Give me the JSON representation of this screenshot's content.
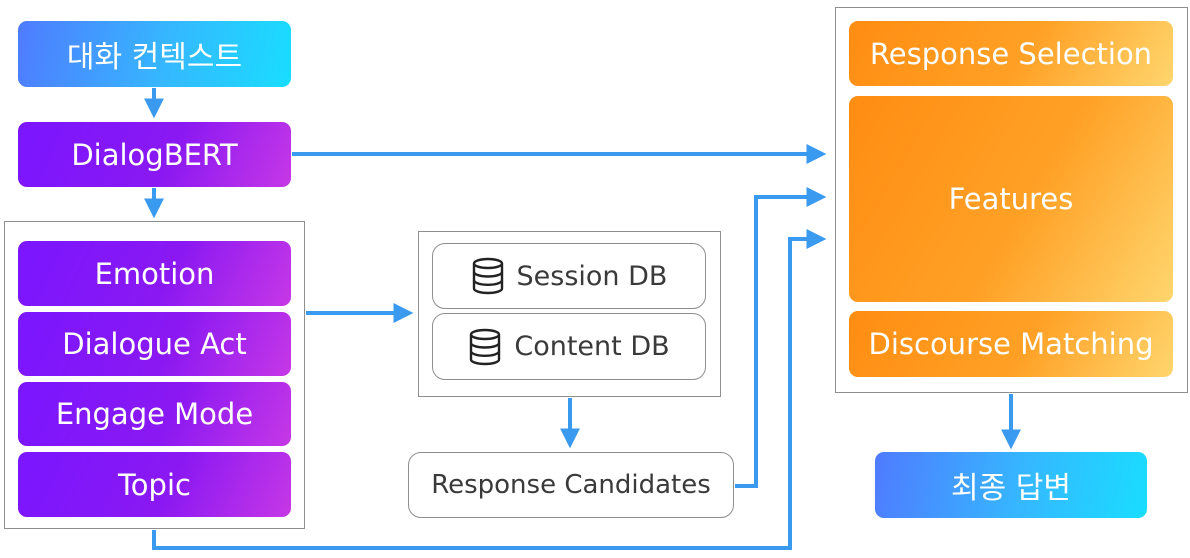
{
  "nodes": {
    "context": "대화 컨텍스트",
    "dialogbert": "DialogBERT",
    "emotion": "Emotion",
    "dialogue_act": "Dialogue Act",
    "engage_mode": "Engage Mode",
    "topic": "Topic",
    "session_db": "Session DB",
    "content_db": "Content DB",
    "response_candidates": "Response Candidates",
    "response_selection": "Response Selection",
    "features": "Features",
    "discourse_matching": "Discourse Matching",
    "final_answer": "최종 답변"
  },
  "icons": {
    "database": "database-icon"
  },
  "colors": {
    "arrow": "#3a9af0",
    "blue_node": "#3aa6ff",
    "purple_node": "#8a18f2",
    "orange_node": "#ff9a1f",
    "frame_border": "#8e8e8e"
  }
}
